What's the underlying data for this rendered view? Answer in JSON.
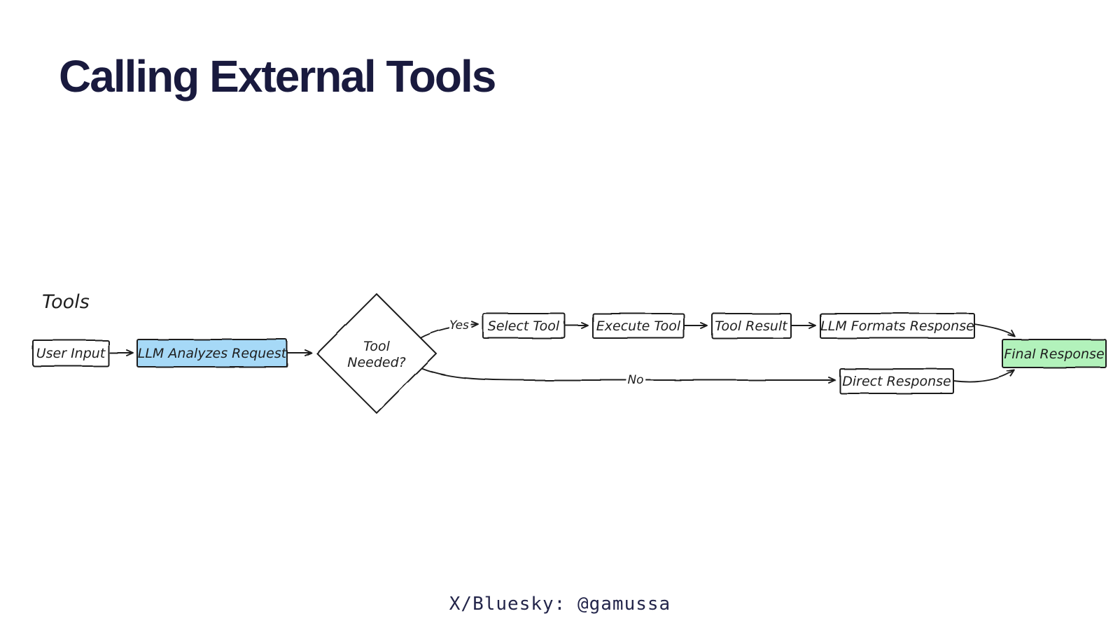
{
  "slide": {
    "title": "Calling External Tools",
    "footer": "X/Bluesky: @gamussa"
  },
  "diagram": {
    "section_label": "Tools",
    "nodes": {
      "user_input": "User Input",
      "llm_analyzes": "LLM Analyzes Request",
      "tool_needed_line1": "Tool",
      "tool_needed_line2": "Needed?",
      "select_tool": "Select Tool",
      "execute_tool": "Execute Tool",
      "tool_result": "Tool Result",
      "llm_formats": "LLM Formats Response",
      "direct_response": "Direct Response",
      "final_response": "Final Response"
    },
    "edge_labels": {
      "yes": "Yes",
      "no": "No"
    },
    "colors": {
      "stroke": "#1e1e1e",
      "blue_fill": "#a6d9f7",
      "green_fill": "#b2f2bb",
      "title_color": "#191a3e"
    }
  }
}
